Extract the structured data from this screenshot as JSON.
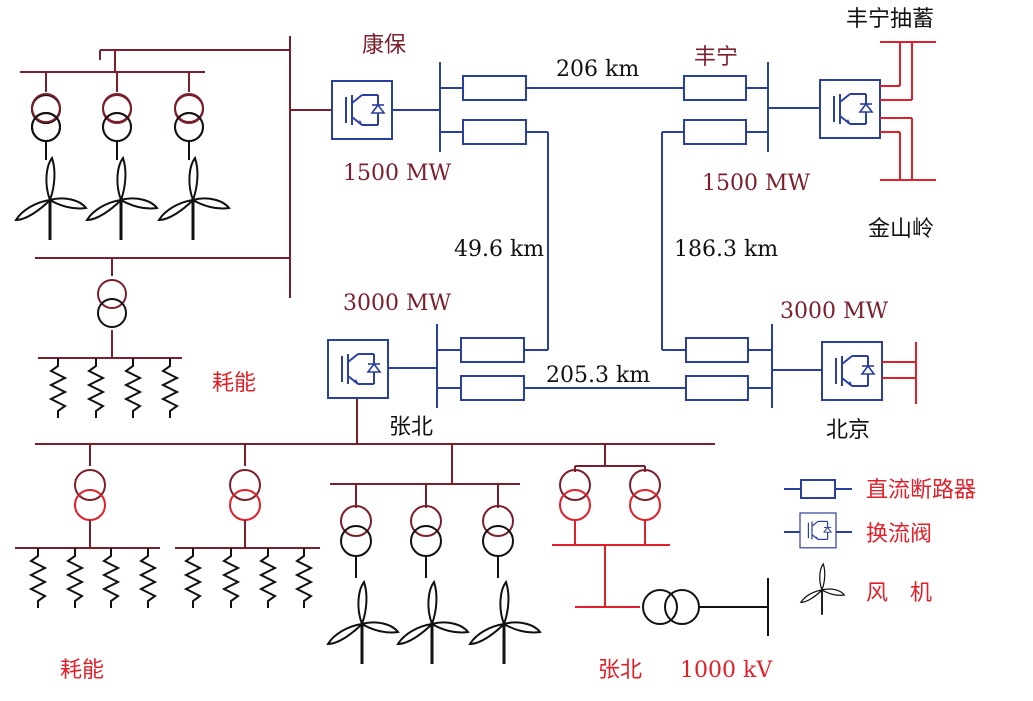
{
  "labels": {
    "kangbao": "康保",
    "fengning": "丰宁",
    "fengning_pumped": "丰宁抽蓄",
    "jinshanling": "金山岭",
    "zhangbei": "张北",
    "beijing": "北京",
    "zhangbei_1000kv": "张北",
    "kv_1000": "1000 kV",
    "consume_1": "耗能",
    "consume_2": "耗能"
  },
  "capacities": {
    "kangbao": "1500 MW",
    "fengning": "1500 MW",
    "zhangbei": "3000 MW",
    "beijing": "3000 MW"
  },
  "lines": {
    "kangbao_fengning": "206 km",
    "kangbao_zhangbei": "49.6 km",
    "fengning_beijing": "186.3 km",
    "zhangbei_beijing": "205.3 km"
  },
  "legend": {
    "breaker": "直流断路器",
    "converter": "换流阀",
    "turbine": "风　机"
  },
  "colors": {
    "dark_red": "#7a1f2b",
    "red": "#e0202a",
    "blue": "#2b3f9e",
    "black": "#111111"
  }
}
